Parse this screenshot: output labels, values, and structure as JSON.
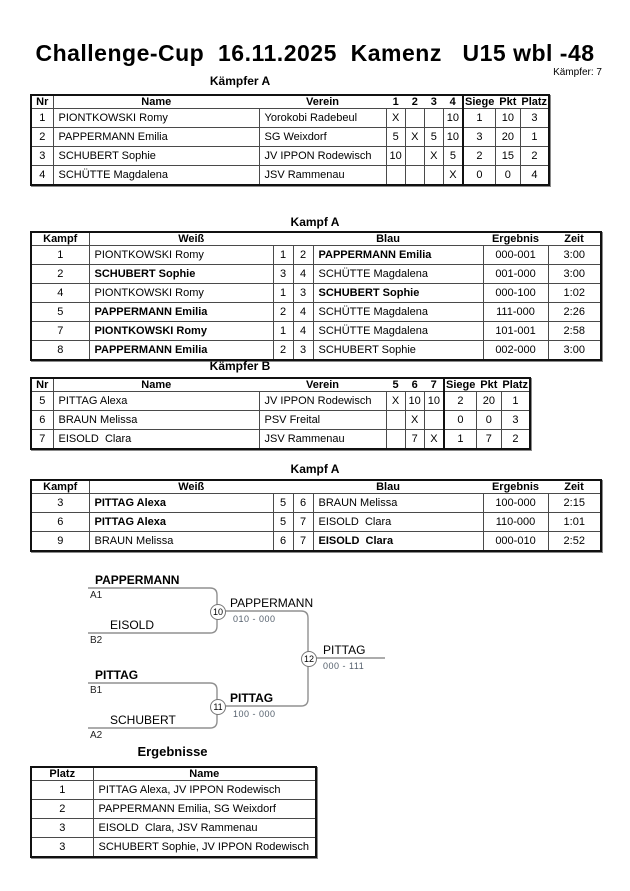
{
  "title": "Challenge-Cup  16.11.2025  Kamenz   U15 wbl -48",
  "fighter_count": "Kämpfer: 7",
  "pool_a": {
    "heading": "Kämpfer A",
    "columns": [
      "Nr",
      "Name",
      "Verein",
      "1",
      "2",
      "3",
      "4",
      "Siege",
      "Pkt",
      "Platz"
    ],
    "rows": [
      [
        "1",
        "PIONTKOWSKI Romy",
        "Yorokobi Radebeul",
        "X",
        "",
        "",
        "10",
        "1",
        "10",
        "3"
      ],
      [
        "2",
        "PAPPERMANN Emilia",
        "SG Weixdorf",
        "5",
        "X",
        "5",
        "10",
        "3",
        "20",
        "1"
      ],
      [
        "3",
        "SCHUBERT Sophie",
        "JV IPPON Rodewisch",
        "10",
        "",
        "X",
        "5",
        "2",
        "15",
        "2"
      ],
      [
        "4",
        "SCHÜTTE Magdalena",
        "JSV Rammenau",
        "",
        "",
        "",
        "X",
        "0",
        "0",
        "4"
      ]
    ]
  },
  "bouts_a": {
    "heading": "Kampf A",
    "columns": [
      "Kampf",
      "Weiß",
      "Blau",
      "Ergebnis",
      "Zeit"
    ],
    "rows": [
      [
        "1",
        "PIONTKOWSKI Romy",
        "1",
        "2",
        {
          "t": "PAPPERMANN Emilia",
          "b": true
        },
        "000-001",
        "3:00"
      ],
      [
        "2",
        {
          "t": "SCHUBERT Sophie",
          "b": true
        },
        "3",
        "4",
        "SCHÜTTE Magdalena",
        "001-000",
        "3:00"
      ],
      [
        "4",
        "PIONTKOWSKI Romy",
        "1",
        "3",
        {
          "t": "SCHUBERT Sophie",
          "b": true
        },
        "000-100",
        "1:02"
      ],
      [
        "5",
        {
          "t": "PAPPERMANN Emilia",
          "b": true
        },
        "2",
        "4",
        "SCHÜTTE Magdalena",
        "111-000",
        "2:26"
      ],
      [
        "7",
        {
          "t": "PIONTKOWSKI Romy",
          "b": true
        },
        "1",
        "4",
        "SCHÜTTE Magdalena",
        "101-001",
        "2:58"
      ],
      [
        "8",
        {
          "t": "PAPPERMANN Emilia",
          "b": true
        },
        "2",
        "3",
        "SCHUBERT Sophie",
        "002-000",
        "3:00"
      ]
    ]
  },
  "pool_b": {
    "heading": "Kämpfer B",
    "columns": [
      "Nr",
      "Name",
      "Verein",
      "5",
      "6",
      "7",
      "Siege",
      "Pkt",
      "Platz"
    ],
    "rows": [
      [
        "5",
        "PITTAG Alexa",
        "JV IPPON Rodewisch",
        "X",
        "10",
        "10",
        "2",
        "20",
        "1"
      ],
      [
        "6",
        "BRAUN Melissa",
        "PSV Freital",
        "",
        "X",
        "",
        "0",
        "0",
        "3"
      ],
      [
        "7",
        "EISOLD  Clara",
        "JSV Rammenau",
        "",
        "7",
        "X",
        "1",
        "7",
        "2"
      ]
    ]
  },
  "bouts_b": {
    "heading": "Kampf A",
    "columns": [
      "Kampf",
      "Weiß",
      "Blau",
      "Ergebnis",
      "Zeit"
    ],
    "rows": [
      [
        "3",
        {
          "t": "PITTAG Alexa",
          "b": true
        },
        "5",
        "6",
        "BRAUN Melissa",
        "100-000",
        "2:15"
      ],
      [
        "6",
        {
          "t": "PITTAG Alexa",
          "b": true
        },
        "5",
        "7",
        "EISOLD  Clara",
        "110-000",
        "1:01"
      ],
      [
        "9",
        "BRAUN Melissa",
        "6",
        "7",
        {
          "t": "EISOLD  Clara",
          "b": true
        },
        "000-010",
        "2:52"
      ]
    ]
  },
  "bracket": {
    "entries": [
      {
        "name": "PAPPERMANN",
        "seed": "A1"
      },
      {
        "name": "EISOLD",
        "seed": "B2"
      },
      {
        "name": "PITTAG",
        "seed": "B1"
      },
      {
        "name": "SCHUBERT",
        "seed": "A2"
      }
    ],
    "nodes": [
      {
        "bout_no": "10",
        "winner": "PAPPERMANN",
        "score": "010 - 000"
      },
      {
        "bout_no": "11",
        "winner": "PITTAG",
        "score": "100 - 000"
      },
      {
        "bout_no": "12",
        "winner": "PITTAG",
        "score": "000 - 111"
      }
    ]
  },
  "results": {
    "heading": "Ergebnisse",
    "columns": [
      "Platz",
      "Name"
    ],
    "rows": [
      [
        "1",
        "PITTAG Alexa, JV IPPON Rodewisch"
      ],
      [
        "2",
        "PAPPERMANN Emilia, SG Weixdorf"
      ],
      [
        "3",
        "EISOLD  Clara, JSV Rammenau"
      ],
      [
        "3",
        "SCHUBERT Sophie, JV IPPON Rodewisch"
      ]
    ]
  }
}
